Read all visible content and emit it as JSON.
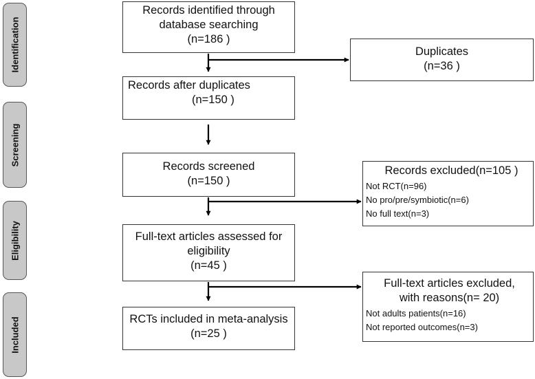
{
  "stages": {
    "identification": "Identification",
    "screening": "Screening",
    "eligibility": "Eligibility",
    "included": "Included"
  },
  "main": {
    "identified": {
      "line1": "Records identified through",
      "line2": "database searching",
      "count": "(n=186 )"
    },
    "after_duplicates": {
      "line1": "Records after duplicates",
      "count": "(n=150 )"
    },
    "screened": {
      "line1": "Records screened",
      "count": "(n=150 )"
    },
    "fulltext": {
      "line1": "Full-text articles assessed for",
      "line2": "eligibility",
      "count": "(n=45 )"
    },
    "included": {
      "line1": "RCTs included in meta-analysis",
      "count": "(n=25 )"
    }
  },
  "side": {
    "duplicates": {
      "title": "Duplicates",
      "count": "(n=36 )"
    },
    "excluded": {
      "title": "Records excluded(n=105 )",
      "reasons": [
        "Not RCT(n=96)",
        "No pro/pre/symbiotic(n=6)",
        "No full text(n=3)"
      ]
    },
    "fulltext_excluded": {
      "line1": "Full-text articles excluded,",
      "line2": "with reasons(n= 20)",
      "reasons": [
        "Not adults patients(n=16)",
        "Not reported outcomes(n=3)"
      ]
    }
  }
}
